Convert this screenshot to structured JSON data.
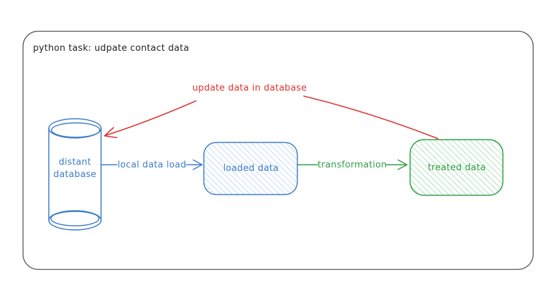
{
  "title": "python task: udpate contact data",
  "nodes": {
    "database": {
      "label": "distant database",
      "shape": "cylinder"
    },
    "loaded": {
      "label": "loaded data",
      "shape": "rounded-rectangle"
    },
    "treated": {
      "label": "treated data",
      "shape": "rounded-rectangle"
    }
  },
  "edges": {
    "load": {
      "label": "local data load",
      "from": "database",
      "to": "loaded"
    },
    "transform": {
      "label": "transformation",
      "from": "loaded",
      "to": "treated"
    },
    "update": {
      "label": "update data in database",
      "from": "treated",
      "to": "database"
    }
  },
  "colors": {
    "ink": "#1f1f1f",
    "frame": "#50545a",
    "blue": "#3d7cc9",
    "blue_hatch": "#cfe3f7",
    "green": "#2f9e44",
    "green_hatch": "#bfe7c9",
    "red": "#e03131",
    "background": "#ffffff"
  }
}
